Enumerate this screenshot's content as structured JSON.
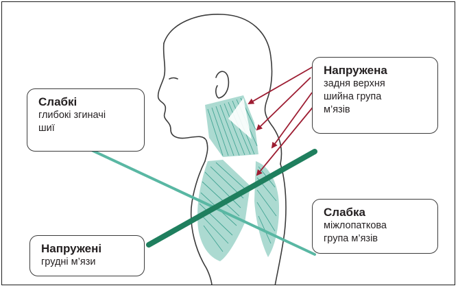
{
  "callouts": {
    "weak_deep_flexors": {
      "title": "Слабкі",
      "lines": [
        "глибокі згиначі",
        "шиї"
      ]
    },
    "tense_upper_neck": {
      "title": "Напружена",
      "lines": [
        "задня верхня",
        "шийна група",
        "м’язів"
      ]
    },
    "weak_interscapular": {
      "title": "Слабка",
      "lines": [
        "міжлопаткова",
        "група м’язів"
      ]
    },
    "tense_chest": {
      "title": "Напружені",
      "lines": [
        "грудні м’язи"
      ]
    }
  },
  "colors": {
    "outline": "#3a3a3a",
    "muscle_fill": "#a8d8cf",
    "muscle_line": "#2f9a88",
    "thick_line": "#1f7f5e",
    "thin_line": "#59b7a3",
    "arrow": "#9d1d32"
  },
  "icons": [
    "arrow-icon"
  ]
}
